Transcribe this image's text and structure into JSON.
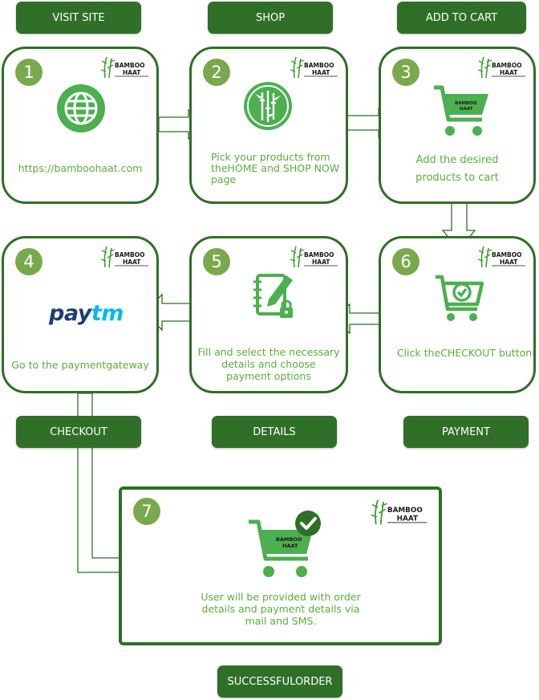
{
  "labels": {
    "visit_site": "VISIT SITE",
    "shop": "SHOP",
    "add_to_cart": "ADD TO CART",
    "checkout": "CHECKOUT",
    "details": "DETAILS",
    "payment": "PAYMENT",
    "success": "SUCCESSFULORDER"
  },
  "brand": {
    "line1": "BAMBOO",
    "line2": "HAAT"
  },
  "steps": [
    {
      "num": "1",
      "text": "https://bamboohaat.com"
    },
    {
      "num": "2",
      "text1": "Pick your products from",
      "text2": "theHOME and  SHOP NOW",
      "text3": "page"
    },
    {
      "num": "3",
      "text1": "Add the desired",
      "text2": "products to cart"
    },
    {
      "num": "4",
      "text": "Go to the paymentgateway",
      "logo1": "pay",
      "logo2": "tm"
    },
    {
      "num": "5",
      "text1": "Fill and select the necessary",
      "text2": "details and choose",
      "text3": "payment options"
    },
    {
      "num": "6",
      "text": "Click theCHECKOUT button"
    },
    {
      "num": "7",
      "text1": "User will be provided with order",
      "text2": "details and payment details via",
      "text3": "mail and SMS."
    }
  ],
  "icons": [
    "globe-icon",
    "bamboo-icon",
    "shopping-cart-icon",
    "paytm-logo",
    "notepad-edit-icon",
    "cart-check-icon",
    "cart-success-icon"
  ],
  "colors": {
    "dark_green": "#2f6f27",
    "light_green": "#59ae3c",
    "badge_green": "#79a94c",
    "paytm_dark": "#1c3d77",
    "paytm_light": "#00b9f1"
  }
}
